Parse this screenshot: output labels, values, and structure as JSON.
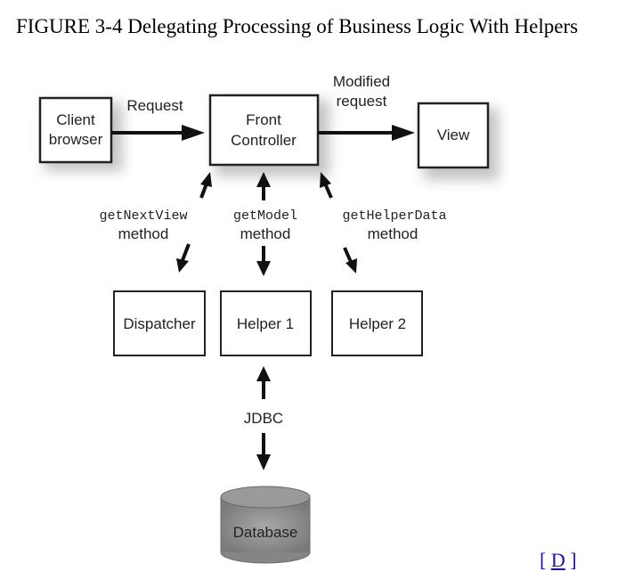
{
  "caption": "FIGURE 3-4 Delegating Processing of Business Logic With Helpers",
  "nodes": {
    "client": [
      "Client",
      "browser"
    ],
    "front_controller": [
      "Front",
      "Controller"
    ],
    "view": "View",
    "dispatcher": "Dispatcher",
    "helper1": "Helper 1",
    "helper2": "Helper 2",
    "database": "Database"
  },
  "edges": {
    "request": "Request",
    "modified_request": [
      "Modified",
      "request"
    ],
    "get_next_view": [
      "getNextView",
      "method"
    ],
    "get_model": [
      "getModel",
      "method"
    ],
    "get_helper_data": [
      "getHelperData",
      "method"
    ],
    "jdbc": "JDBC"
  },
  "link": {
    "open": "[ ",
    "label": "D",
    "close": " ]"
  },
  "colors": {
    "box_stroke": "#222222",
    "shadow": "#bdbdbd",
    "db_fill": "#8c8c8c"
  }
}
